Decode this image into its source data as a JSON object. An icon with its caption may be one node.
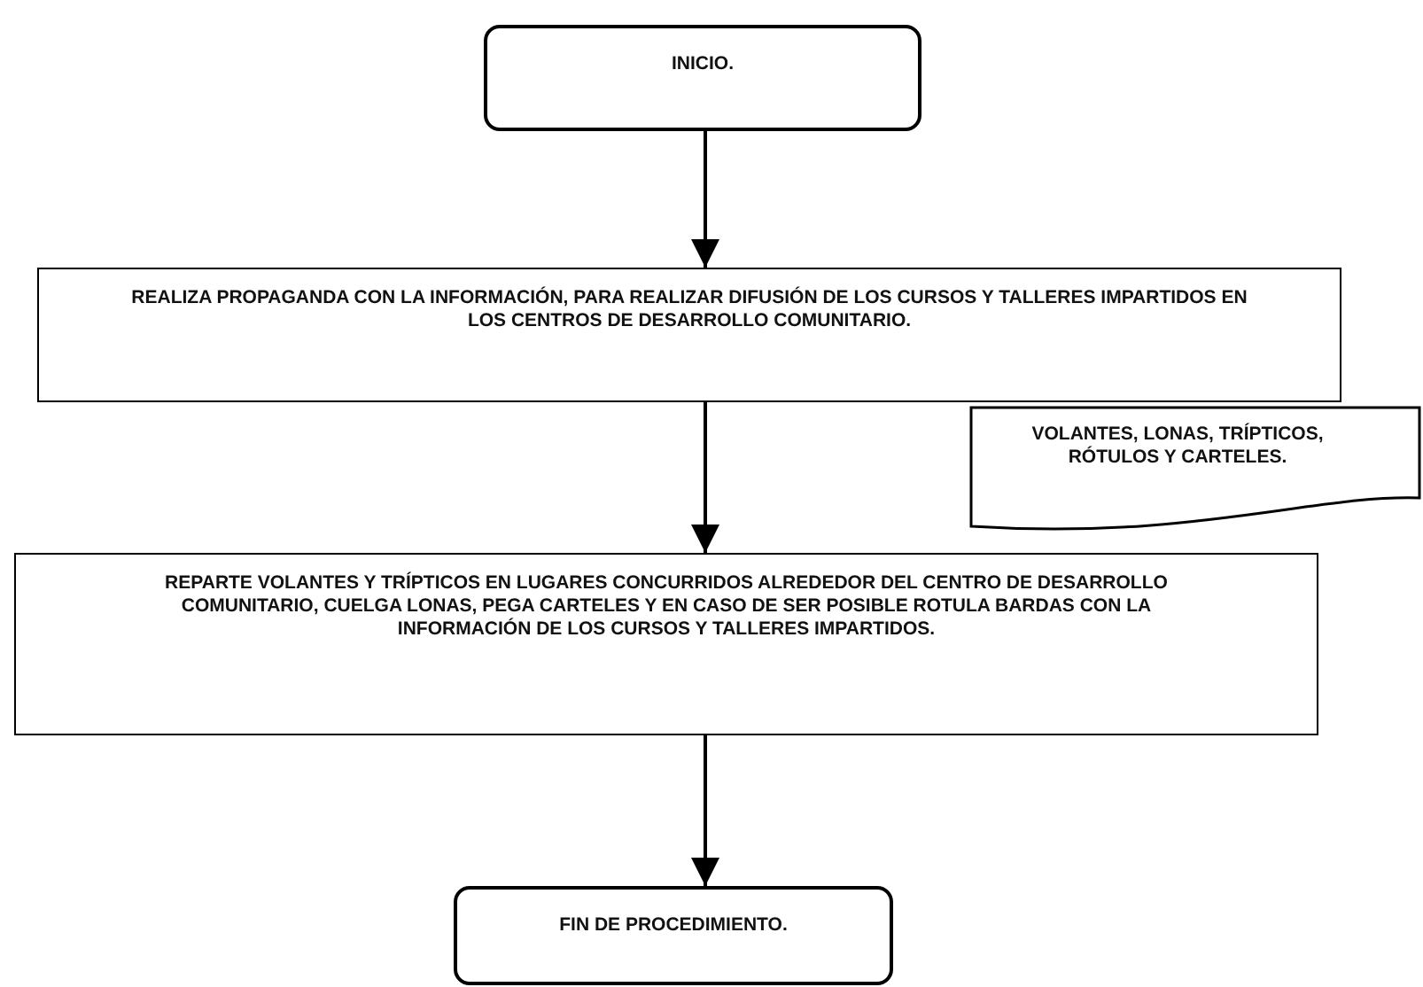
{
  "diagram": {
    "nodes": [
      {
        "text": [
          "INICIO."
        ]
      },
      {
        "text": [
          "REALIZA PROPAGANDA CON LA INFORMACIÓN, PARA REALIZAR DIFUSIÓN DE LOS CURSOS Y TALLERES IMPARTIDOS EN LOS CENTROS DE DESARROLLO COMUNITARIO."
        ]
      },
      {
        "text": [
          "VOLANTES, LONAS, TRÍPTICOS, RÓTULOS Y CARTELES."
        ]
      },
      {
        "text": [
          "REPARTE VOLANTES Y TRÍPTICOS EN LUGARES CONCURRIDOS ALREDEDOR DEL CENTRO DE DESARROLLO COMUNITARIO, CUELGA LONAS, PEGA CARTELES Y EN CASO DE SER POSIBLE ROTULA BARDAS CON LA INFORMACIÓN DE LOS CURSOS Y TALLERES IMPARTIDOS."
        ]
      },
      {
        "text": [
          "FIN DE PROCEDIMIENTO."
        ]
      }
    ],
    "edges": [
      {
        "from": 0,
        "to": 1,
        "arrow": "to"
      },
      {
        "from": 1,
        "to": 3,
        "arrow": "to"
      },
      {
        "from": 3,
        "to": 4,
        "arrow": "to"
      }
    ]
  }
}
